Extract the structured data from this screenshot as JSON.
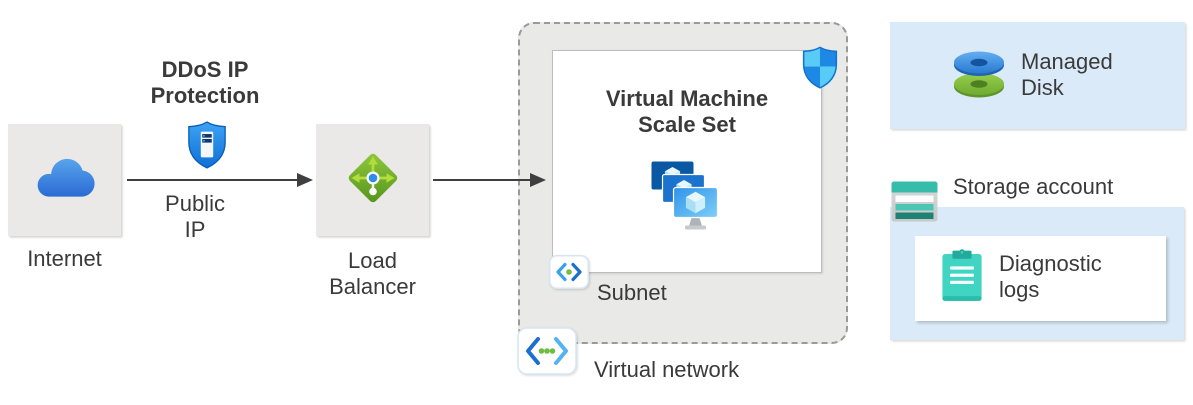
{
  "colors": {
    "panel_gray": "#EAE9E7",
    "panel_blue": "#DAEAF8",
    "vnet_gray": "#E9E9E8",
    "arrow": "#3F3F3F",
    "text": "#3A3A3A",
    "azure_blue": "#2E8DEB",
    "green": "#7CBB42",
    "teal": "#37BCAB"
  },
  "nodes": {
    "internet": {
      "label": "Internet",
      "icon": "cloud-icon"
    },
    "ddos": {
      "title": "DDoS IP\nProtection",
      "caption": "Public\nIP",
      "icon": "ddos-protection-shield-icon"
    },
    "load_balancer": {
      "label": "Load\nBalancer",
      "icon": "load-balancer-icon"
    },
    "vmss": {
      "title": "Virtual Machine\nScale Set",
      "icon": "vm-scale-set-icon",
      "badge_icon": "defender-shield-icon"
    },
    "subnet": {
      "label": "Subnet",
      "icon": "subnet-icon"
    },
    "virtual_network": {
      "label": "Virtual network",
      "icon": "virtual-network-icon"
    },
    "managed_disk": {
      "label": "Managed\nDisk",
      "icon": "managed-disk-icon"
    },
    "storage_account": {
      "label": "Storage account",
      "icon": "storage-account-icon"
    },
    "diagnostic_logs": {
      "label": "Diagnostic\nlogs",
      "icon": "diagnostic-logs-icon"
    }
  }
}
